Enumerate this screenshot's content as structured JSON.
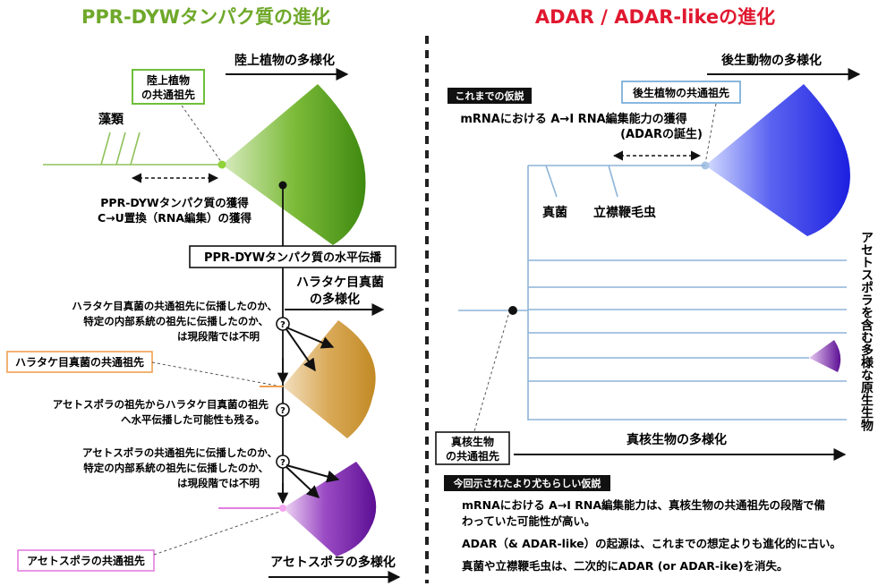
{
  "colors": {
    "green": "#5a9e1e",
    "green_title": "#6fa82a",
    "gold": "#c9922b",
    "purple": "#6a1aa0",
    "blue": "#2a2ae6",
    "line_blue": "#8db4d8",
    "red_title": "#e0182f",
    "orange_box": "#f0a050",
    "pink_box": "#e27fe0",
    "light_green_box": "#6fbf3a",
    "blue_box": "#6aa6d6"
  },
  "left": {
    "title": "PPR-DYWタンパク質の進化",
    "land_plants_div": "陸上植物の多様化",
    "ancestor_box": [
      "陸上植物",
      "の共通祖先"
    ],
    "algae": "藻類",
    "acquisition": [
      "PPR-DYWタンパク質の獲得",
      "C→U置換（RNA編集）の獲得"
    ],
    "hgt_box": "PPR-DYWタンパク質の水平伝播",
    "basidio_div": [
      "ハラタケ目真菌",
      "の多様化"
    ],
    "question1": [
      "ハラタケ目真菌の共通祖先に伝播したのか、",
      "特定の内部系統の祖先に伝播したのか、",
      "は現段階では不明"
    ],
    "basidio_box": "ハラタケ目真菌の共通祖先",
    "question2": [
      "アセトスポラの祖先からハラタケ目真菌の祖先",
      "へ水平伝播した可能性も残る。"
    ],
    "question3": [
      "アセトスポラの共通祖先に伝播したのか、",
      "特定の内部系統の祖先に伝播したのか、",
      "は現段階では不明"
    ],
    "aceto_box": "アセトスポラの共通祖先",
    "aceto_div": "アセトスポラの多様化",
    "question_mark": "?"
  },
  "right": {
    "title": "ADAR / ADAR-likeの進化",
    "metazoa_div": "後生動物の多様化",
    "old_hypothesis_badge": "これまでの仮説",
    "old_hypothesis_text": [
      "mRNAにおける A→I RNA編集能力の獲得",
      "(ADARの誕生)"
    ],
    "metazoa_box": "後生植物の共通祖先",
    "fungi": "真菌",
    "choanoflagellates": "立襟鞭毛虫",
    "protists_label": "アセトスポラを含む多様な原生生物",
    "euk_box": [
      "真核生物",
      "の共通祖先"
    ],
    "euk_div": "真核生物の多様化",
    "new_hypothesis_badge": "今回示されたより尤もらしい仮説",
    "new_hypothesis_lines": [
      "mRNAにおける A→I RNA編集能力は、真核生物の共通祖先の段階で備",
      "わっていた可能性が高い。",
      "ADAR（& ADAR-like）の起源は、これまでの想定よりも進化的に古い。",
      "真菌や立襟鞭毛虫は、二次的にADAR (or ADAR-ike)を消失。"
    ]
  }
}
